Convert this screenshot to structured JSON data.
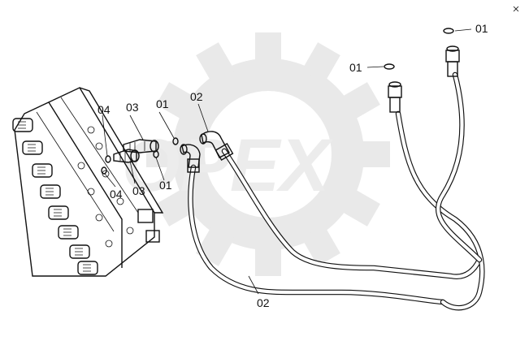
{
  "diagram": {
    "watermark_text": "OPEX",
    "callouts": [
      {
        "id": "c1",
        "label": "01"
      },
      {
        "id": "c2",
        "label": "01"
      },
      {
        "id": "c3",
        "label": "01"
      },
      {
        "id": "c4",
        "label": "01"
      },
      {
        "id": "c5",
        "label": "02"
      },
      {
        "id": "c6",
        "label": "02"
      },
      {
        "id": "c7",
        "label": "03"
      },
      {
        "id": "c8",
        "label": "03"
      },
      {
        "id": "c9",
        "label": "04"
      },
      {
        "id": "c10",
        "label": "04"
      }
    ]
  }
}
